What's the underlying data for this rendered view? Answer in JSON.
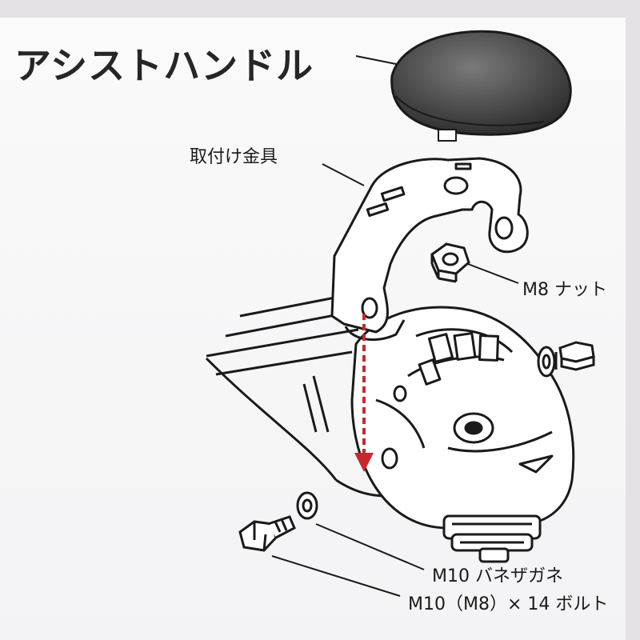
{
  "title": "アシストハンドル",
  "labels": {
    "bracket": "取付け金具",
    "nut": "M8 ナット",
    "washer": "M10 バネザガネ",
    "bolt": "M10（M8）× 14 ボルト"
  },
  "colors": {
    "paper": "#f7f7f7",
    "line": "#1a1a1a",
    "arrow": "#c8282c",
    "knob": "#4a4a4a"
  }
}
